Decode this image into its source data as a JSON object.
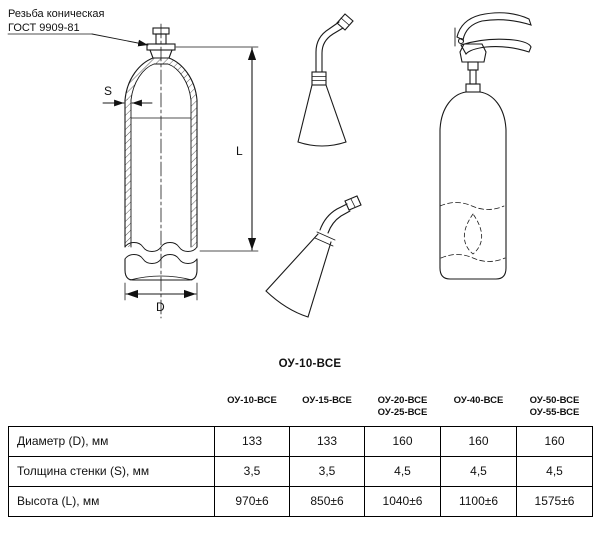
{
  "colors": {
    "ink": "#1a1a1a",
    "background": "#ffffff"
  },
  "drawing": {
    "thread_note": {
      "line1": "Резьба коническая",
      "line2": "ГОСТ 9909-81"
    },
    "dims": {
      "s": "S",
      "l": "L",
      "d": "D"
    },
    "caption": "ОУ-10-ВСЕ",
    "icons": [
      "cylinder-section-drawing",
      "diffuser-horn-top-drawing",
      "diffuser-horn-bottom-drawing",
      "extinguisher-assembly-drawing"
    ]
  },
  "table": {
    "corner": "",
    "headers": [
      "ОУ-10-ВСЕ",
      "ОУ-15-ВСЕ",
      "ОУ-20-ВСЕ\nОУ-25-ВСЕ",
      "ОУ-40-ВСЕ",
      "ОУ-50-ВСЕ\nОУ-55-ВСЕ"
    ],
    "rows": [
      {
        "label": "Диаметр (D), мм",
        "values": [
          "133",
          "133",
          "160",
          "160",
          "160"
        ]
      },
      {
        "label": "Толщина стенки (S), мм",
        "values": [
          "3,5",
          "3,5",
          "4,5",
          "4,5",
          "4,5"
        ]
      },
      {
        "label": "Высота (L), мм",
        "values": [
          "970±6",
          "850±6",
          "1040±6",
          "1100±6",
          "1575±6"
        ]
      }
    ]
  }
}
